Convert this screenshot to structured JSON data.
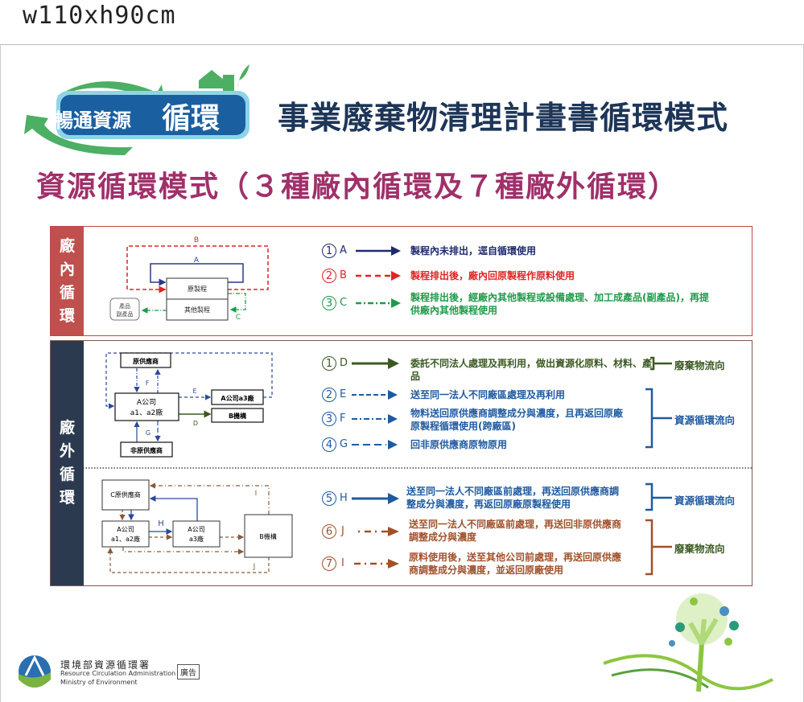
{
  "size_label": "w110xh90cm",
  "logo": {
    "text_small": "暢通資源",
    "text_big": "循環"
  },
  "title": "事業廢棄物清理計畫書循環模式",
  "subtitle": "資源循環模式（３種廠內循環及７種廠外循環）",
  "inplant": {
    "label": [
      "廠",
      "內",
      "循",
      "環"
    ],
    "diagram": {
      "A": "A",
      "B": "B",
      "C": "C",
      "main": "原製程",
      "other": "其他製程",
      "product1": "產品",
      "product2": "副產品"
    },
    "rows": [
      {
        "num": "1",
        "letter": "A",
        "text": "製程內未排出，逕自循環使用",
        "color": "#1f2a6e"
      },
      {
        "num": "2",
        "letter": "B",
        "text": "製程排出後，廠內回原製程作原料使用",
        "color": "#e02424"
      },
      {
        "num": "3",
        "letter": "C",
        "text": "製程排出後，經廠內其他製程或設備處理、加工成產品(副產品)，再提供廠內其他製程使用",
        "color": "#1e9a4a"
      }
    ]
  },
  "outplant": {
    "label": [
      "廠",
      "外",
      "循",
      "環"
    ],
    "diagram1": {
      "orig_supplier": "原供應商",
      "a_company": "A公司",
      "a_plants": "a1、a2廠",
      "a3": "A公司a3廠",
      "b_org": "B機構",
      "non_supplier": "非原供應商",
      "E": "E",
      "F": "F",
      "D": "D",
      "G": "G"
    },
    "diagram2": {
      "c_supplier": "C原供應商",
      "a_company": "A公司",
      "a_plants": "a1、a2廠",
      "a3_company": "A公司",
      "a3_plant": "a3廠",
      "b_org": "B機構",
      "H": "H",
      "I": "I",
      "J": "J"
    },
    "rows": [
      {
        "num": "1",
        "letter": "D",
        "text": "委託不同法人處理及再利用，做出資源化原料、材料、產品",
        "color": "#3b5a22"
      },
      {
        "num": "2",
        "letter": "E",
        "text": "送至同一法人不同廠區處理及再利用",
        "color": "#1f5aa0"
      },
      {
        "num": "3",
        "letter": "F",
        "text": "物料送回原供應商調整成分與濃度，且再返回原廠原製程循環使用(跨廠區)",
        "color": "#1f5aa0"
      },
      {
        "num": "4",
        "letter": "G",
        "text": "回非原供應商原物原用",
        "color": "#1f5aa0"
      },
      {
        "num": "5",
        "letter": "H",
        "text": "送至同一法人不同廠區前處理，再送回原供應商調整成分與濃度，再返回原廠原製程使用",
        "color": "#1f5aa0"
      },
      {
        "num": "6",
        "letter": "J",
        "text": "送至同一法人不同廠區前處理，再送回非原供應商調整成分與濃度",
        "color": "#a0502a"
      },
      {
        "num": "7",
        "letter": "I",
        "text": "原料使用後，送至其他公司前處理，再送回原供應商調整成分與濃度，並返回原廠使用",
        "color": "#a0502a"
      }
    ],
    "groups": {
      "waste_flow": "廢棄物流向",
      "resource_flow": "資源循環流向"
    }
  },
  "footer": {
    "agency_cn": "環境部資源循環署",
    "agency_en1": "Resource Circulation Administration",
    "agency_en2": "Ministry of Environment",
    "ad": "廣告"
  }
}
